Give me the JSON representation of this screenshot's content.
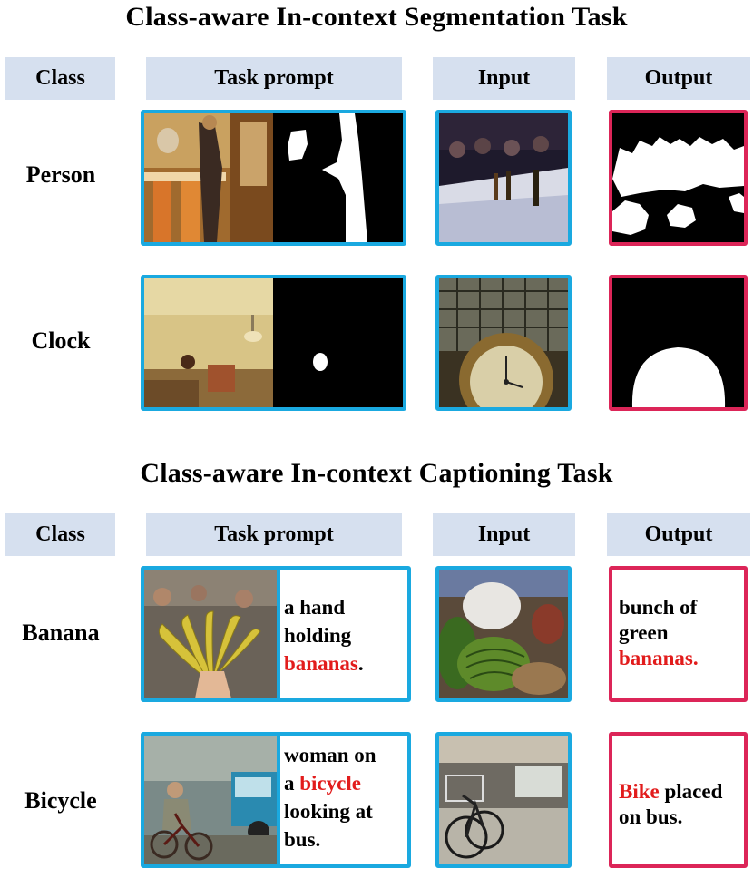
{
  "segmentation": {
    "title": "Class-aware In-context Segmentation Task",
    "headers": {
      "class": "Class",
      "prompt": "Task prompt",
      "input": "Input",
      "output": "Output"
    },
    "rows": [
      {
        "class": "Person"
      },
      {
        "class": "Clock"
      }
    ]
  },
  "captioning": {
    "title": "Class-aware In-context Captioning Task",
    "headers": {
      "class": "Class",
      "prompt": "Task prompt",
      "input": "Input",
      "output": "Output"
    },
    "rows": [
      {
        "class": "Banana",
        "prompt": {
          "l1": "a hand",
          "l2": "holding",
          "word": "bananas",
          "end": "."
        },
        "output": {
          "l1": "bunch of",
          "l2": "green",
          "word": "bananas."
        }
      },
      {
        "class": "Bicycle",
        "prompt": {
          "l1": "woman on",
          "l2a": "a ",
          "word": "bicycle",
          "l3": "looking at",
          "l4": "bus."
        },
        "output": {
          "word": "Bike",
          "l1rest": " placed",
          "l2": "on bus."
        }
      }
    ]
  },
  "colors": {
    "prompt_border": "#1aa9e0",
    "output_border": "#dc2558",
    "header_bg": "#d6e0ef",
    "highlight": "#e21c1c"
  }
}
